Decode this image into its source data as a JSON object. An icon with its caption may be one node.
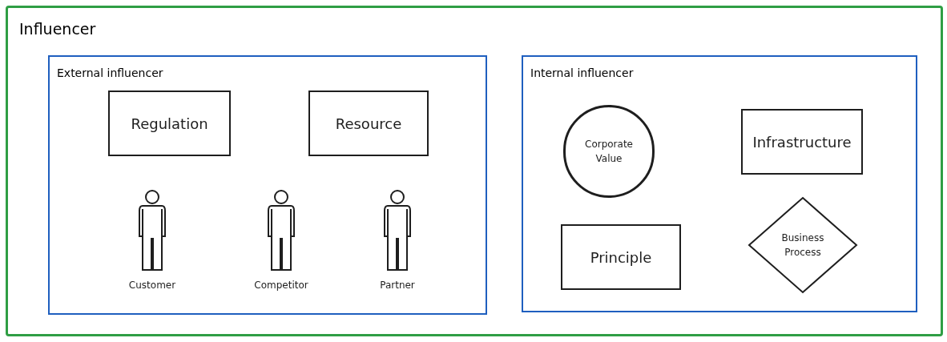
{
  "diagram": {
    "nodes": [
      {
        "text": [
          "Influencer"
        ]
      },
      {
        "text": [
          "External influencer"
        ],
        "in": 0
      },
      {
        "text": [
          "Regulation"
        ],
        "in": 1
      },
      {
        "text": [
          "Resource"
        ],
        "in": 1
      },
      {
        "text": [
          "Customer"
        ],
        "in": 1
      },
      {
        "text": [
          "Competitor"
        ],
        "in": 1
      },
      {
        "text": [
          "Partner"
        ],
        "in": 1
      },
      {
        "text": [
          "Internal influencer"
        ],
        "in": 0
      },
      {
        "text": [
          "Corporate Value"
        ],
        "in": 7
      },
      {
        "text": [
          "Infrastructure"
        ],
        "in": 7
      },
      {
        "text": [
          "Principle"
        ],
        "in": 7
      },
      {
        "text": [
          "Business Process"
        ],
        "in": 7
      }
    ]
  }
}
